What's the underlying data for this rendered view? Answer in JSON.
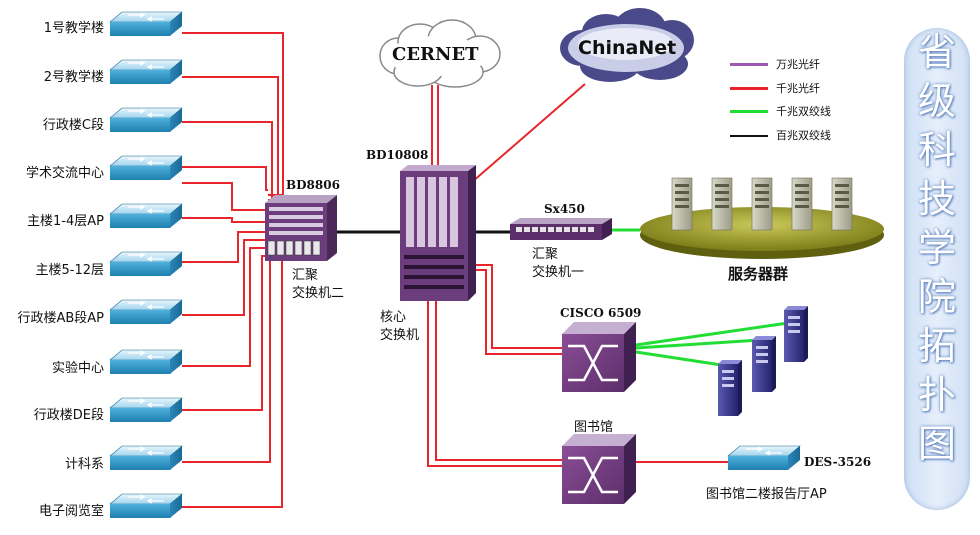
{
  "title_chars": [
    "省",
    "级",
    "科",
    "技",
    "学",
    "院",
    "拓",
    "扑",
    "图"
  ],
  "legend": [
    {
      "label": "万兆光纤",
      "color": "#9b59b6"
    },
    {
      "label": "千兆光纤",
      "color": "#e8262b"
    },
    {
      "label": "千兆双绞线",
      "color": "#22dd33"
    },
    {
      "label": "百兆双绞线",
      "color": "#111111"
    }
  ],
  "clouds": {
    "cernet": "CERNET",
    "chinanet": "ChinaNet"
  },
  "access_switches": [
    "1号教学楼",
    "2号教学楼",
    "行政楼C段",
    "学术交流中心",
    "主楼1-4层AP",
    "主楼5-12层",
    "行政楼AB段AP",
    "实验中心",
    "行政楼DE段",
    "计科系",
    "电子阅览室"
  ],
  "devices": {
    "bd8806_model": "BD8806",
    "bd8806_role_1": "汇聚",
    "bd8806_role_2": "交换机二",
    "core_model": "BD10808",
    "core_role_1": "核心",
    "core_role_2": "交换机",
    "sx450_model": "Sx450",
    "sx450_role_1": "汇聚",
    "sx450_role_2": "交换机一",
    "server_farm": "服务器群",
    "cisco_model": "CISCO 6509",
    "library": "图书馆",
    "des_model": "DES-3526",
    "des_location": "图书馆二楼报告厅AP"
  }
}
